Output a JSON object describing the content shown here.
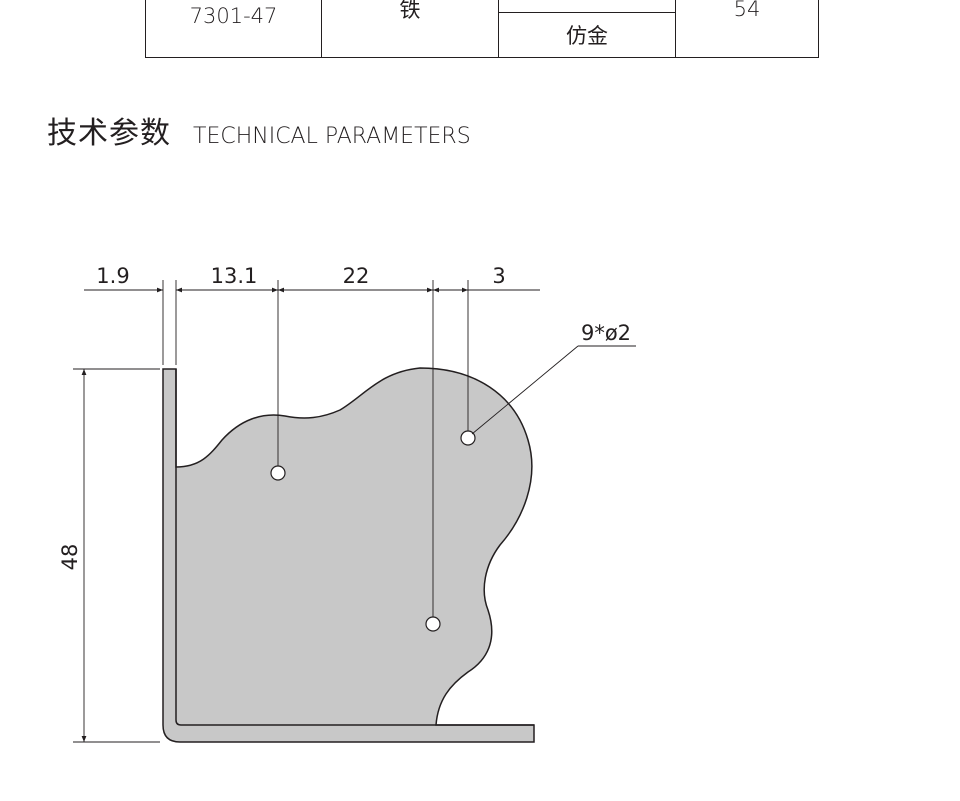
{
  "spec_table": {
    "model": "7301-47",
    "material": "铁",
    "finish_top": "",
    "finish_bottom": "仿金",
    "quantity": "54"
  },
  "section": {
    "title_cn": "技术参数",
    "title_en": "TECHNICAL PARAMETERS"
  },
  "drawing": {
    "part_fill": "#c8c8c8",
    "line_color": "#231f20",
    "dimensions": {
      "d1": "1.9",
      "d2": "13.1",
      "d3": "22",
      "d4": "3",
      "height": "48",
      "holes": "9*ø2"
    }
  }
}
